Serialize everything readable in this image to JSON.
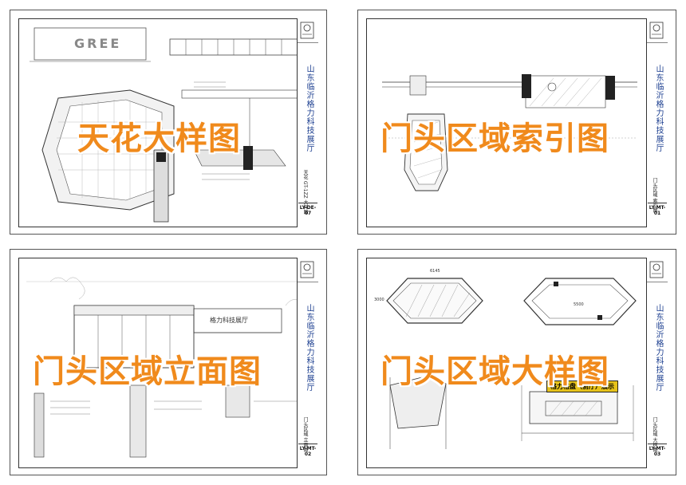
{
  "sheets": [
    {
      "overlay_title": "天花大样图",
      "project": "山东临沂格力科技展厅",
      "sheet_name": "天花 GT-1ZZ 大样图",
      "code": "LY-DE-07"
    },
    {
      "overlay_title": "门头区域索引图",
      "project": "山东临沂格力科技展厅",
      "sheet_name": "门头区域 索引图",
      "code": "LY-MT-01"
    },
    {
      "overlay_title": "门头区域立面图",
      "project": "山东临沂格力科技展厅",
      "sheet_name": "门头区域 立面图",
      "code": "LY-MT-02"
    },
    {
      "overlay_title": "门头区域大样图",
      "project": "山东临沂格力科技展厅",
      "sheet_name": "门头区域 大样图",
      "code": "LY-MT-03"
    }
  ],
  "drawing_labels": {
    "logo_text": "GREE",
    "storefront_sign": "格力科技展厅",
    "badge": "格力格盘（前厅）展示",
    "dim_a": "3000",
    "dim_b": "5500",
    "dim_c": "6145"
  },
  "colors": {
    "overlay": "#f08a1c",
    "project_text": "#1a3d8f",
    "badge": "#e6c21a"
  }
}
